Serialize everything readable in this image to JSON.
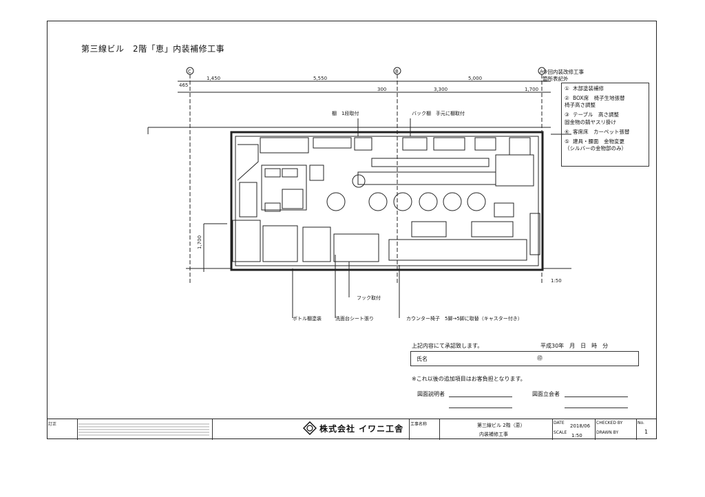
{
  "drawing": {
    "title": "第三線ビル　2階「恵」内装補修工事",
    "grid_marks": [
      "C",
      "B",
      "A"
    ],
    "dimensions": {
      "top": [
        "1,450",
        "5,550",
        "5,000"
      ],
      "sub": [
        "300",
        "3,300",
        "1,700"
      ],
      "left_top": "465",
      "left_side": "1,700",
      "scale_note": "1:50"
    },
    "legend_heading": [
      "今回内装改修工事",
      "箇所表記外"
    ],
    "legend_items": [
      {
        "num": "①",
        "text": "木部塗装補修"
      },
      {
        "num": "②",
        "text": "BOX席　椅子生地張替\n椅子高さ調整"
      },
      {
        "num": "③",
        "text": "テーブル　高さ調整\n固金物の錆ヤスリ掛け"
      },
      {
        "num": "④",
        "text": "客席床　カーペット張替"
      },
      {
        "num": "⑤",
        "text": "建具・腰面　金物変更\n（シルバーの金物部のみ）"
      }
    ],
    "callouts": {
      "top_left": "棚　1段取付",
      "top_mid": "バック棚　手元に棚取付",
      "bottom1": "ボトル棚塗装",
      "bottom2": "洗面台シート張り",
      "bottom3": "フック取付",
      "bottom4": "カウンター椅子　5脚→5脚に取替（キャスター付き）"
    }
  },
  "confirmation": {
    "statement": "上記内容にて承認致します。",
    "date_line": "平成30年　月　日　時　分",
    "name_label": "氏名",
    "seal": "㊞",
    "note": "※これ以後の追加項目はお客負担となります。",
    "drawing_explainer": "図面説明者",
    "drawing_witness": "図面立会者"
  },
  "title_block": {
    "rev_label": "訂正",
    "company": "株式会社 イワニ工舎",
    "client_label": "工事名称",
    "project_line1": "第三線ビル 2階（恵）",
    "project_line2": "内装補修工事",
    "date_label": "DATE",
    "date": "2018/06",
    "scale_label": "SCALE",
    "scale": "1:50",
    "checked_label": "CHECKED BY",
    "drawn_label": "DRAWN BY",
    "no_label": "No.",
    "no": "1"
  }
}
